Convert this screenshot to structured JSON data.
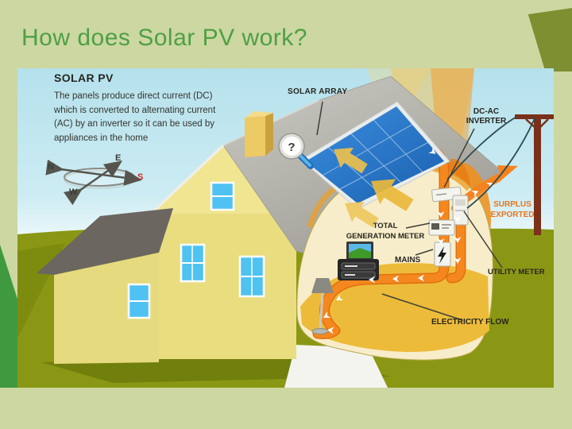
{
  "slide": {
    "title": "How does Solar PV work?"
  },
  "diagram": {
    "heading": "SOLAR PV",
    "description_lines": [
      "The panels produce direct current (DC)",
      "which is converted to alternating current",
      "(AC) by an inverter so it can be used by",
      "appliances in the home"
    ],
    "compass": {
      "north": "N",
      "east": "E",
      "south": "S",
      "west": "W"
    },
    "labels": {
      "solar_array": "SOLAR ARRAY",
      "inverter": [
        "DC-AC",
        "INVERTER"
      ],
      "surplus": [
        "SURPLUS",
        "EXPORTED"
      ],
      "generation_meter": [
        "TOTAL",
        "GENERATION METER"
      ],
      "mains": "MAINS",
      "utility_meter": "UTILITY METER",
      "electricity_flow": "ELECTRICITY FLOW"
    },
    "magnifier_glyph": "?",
    "icons": {
      "mains_box": "lightning-icon",
      "panel_zoom": "magnifying-glass-icon",
      "sunlight": "sun-arrow-icon"
    }
  },
  "colors": {
    "slide_background": "#ccd7a2",
    "title_green": "#4f9f44",
    "electricity_orange": "#f5831f",
    "surplus_text_orange": "#e8761c",
    "sky_blue": "#b5e1ec",
    "grass_olive": "#8a9714",
    "house_yellow": "#e9dd80",
    "roof_gray": "#a8a49c",
    "panel_blue": "#1d6fc4",
    "pole_brown": "#7a3019",
    "corner_accent_olive": "#7d8f31",
    "corner_accent_green": "#3f9a3f"
  }
}
